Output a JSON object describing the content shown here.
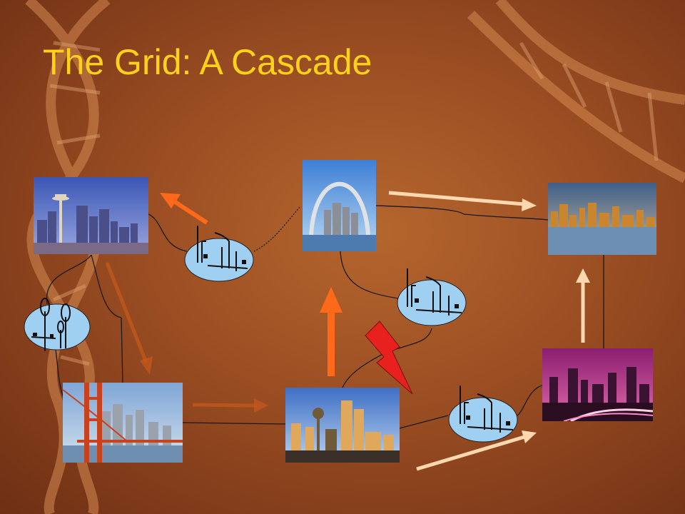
{
  "slide": {
    "title": "The Grid: A Cascade"
  },
  "colors": {
    "background": "#9a4d22",
    "title": "#ffd21a",
    "plant_fill": "#9fd0f2",
    "arrow_orange": "#ff6a1a",
    "arrow_light": "#ffd8b0",
    "arrow_faded": "#c0581c",
    "lightning": "#e8201e"
  },
  "nodes": {
    "cities": [
      {
        "id": "seattle",
        "name": "Seattle skyline"
      },
      {
        "id": "st-louis",
        "name": "St. Louis Gateway Arch"
      },
      {
        "id": "new-york",
        "name": "New York skyline"
      },
      {
        "id": "san-francisco",
        "name": "San Francisco Golden Gate"
      },
      {
        "id": "dallas",
        "name": "Dallas skyline"
      },
      {
        "id": "night-city",
        "name": "Night city skyline"
      }
    ],
    "power_plants": [
      {
        "id": "plant-west",
        "icon": "factory-icon"
      },
      {
        "id": "plant-central",
        "icon": "factory-icon"
      },
      {
        "id": "plant-south",
        "icon": "factory-icon"
      },
      {
        "id": "wind-farm",
        "icon": "wind-turbine-icon"
      }
    ]
  },
  "flows": [
    {
      "from": "plant-west",
      "to": "seattle",
      "style": "orange"
    },
    {
      "from": "dallas",
      "to": "st-louis",
      "style": "orange"
    },
    {
      "from": "st-louis",
      "to": "new-york",
      "style": "light"
    },
    {
      "from": "night-city",
      "to": "new-york",
      "style": "light"
    },
    {
      "from": "dallas",
      "to": "night-city",
      "style": "light"
    },
    {
      "from": "seattle",
      "to": "san-francisco",
      "style": "faded"
    },
    {
      "from": "san-francisco",
      "to": "dallas",
      "style": "faded"
    }
  ],
  "fault": {
    "icon": "lightning-icon",
    "location": "plant-central to dallas"
  }
}
